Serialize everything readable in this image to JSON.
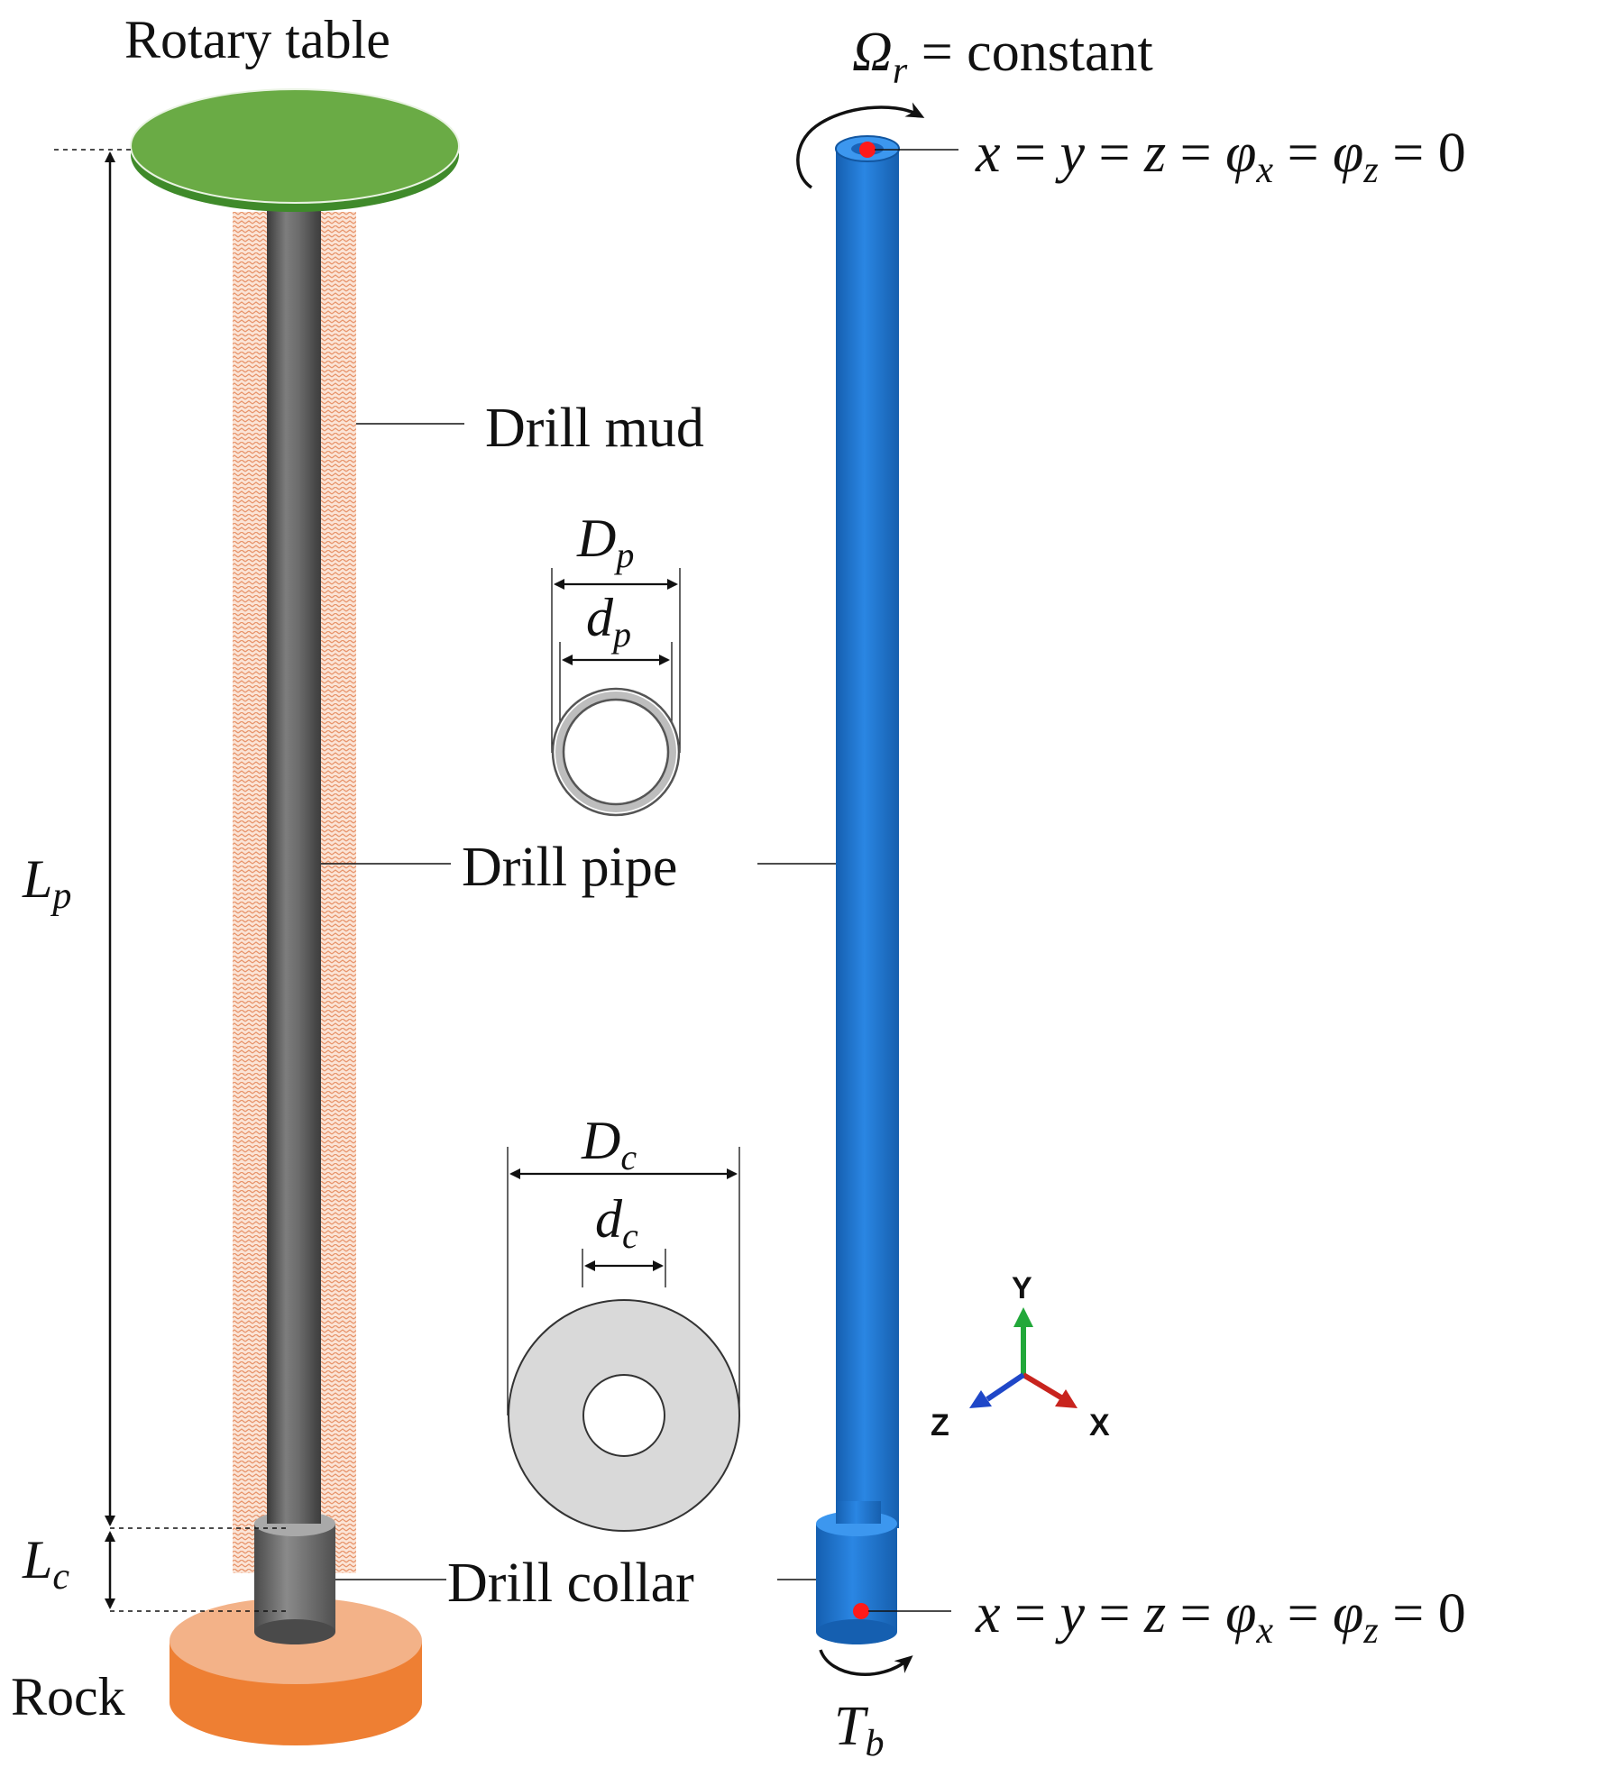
{
  "labels": {
    "rotary_table": "Rotary table",
    "drill_mud": "Drill mud",
    "drill_pipe": "Drill pipe",
    "drill_collar": "Drill collar",
    "rock": "Rock"
  },
  "dims": {
    "Lp": {
      "main": "L",
      "sub": "p"
    },
    "Lc": {
      "main": "L",
      "sub": "c"
    },
    "Dp": {
      "main": "D",
      "sub": "p"
    },
    "dp": {
      "main": "d",
      "sub": "p"
    },
    "Dc": {
      "main": "D",
      "sub": "c"
    },
    "dc": {
      "main": "d",
      "sub": "c"
    }
  },
  "boundary": {
    "omega": {
      "main": "Ω",
      "sub": "r",
      "rest": " = constant"
    },
    "top_bc": {
      "x": "x",
      "y": "y",
      "z": "z",
      "phi": "φ",
      "sx": "x",
      "sz": "z",
      "eq": " = ",
      "zero": "0"
    },
    "bottom_bc": {
      "x": "x",
      "y": "y",
      "z": "z",
      "phi": "φ",
      "sx": "x",
      "sz": "z",
      "eq": " = ",
      "zero": "0"
    },
    "torque": {
      "main": "T",
      "sub": "b"
    }
  },
  "axes": {
    "y": "Y",
    "z": "Z",
    "x": "X"
  },
  "colors": {
    "table": "#6aab45",
    "mud": "#e8a27a",
    "pipe": "#5f5f5f",
    "rock": "#ee7f33",
    "blue_model": "#1b73d1",
    "bc_point": "#ff1a1a",
    "axis_x": "#c8241e",
    "axis_y": "#22a83a",
    "axis_z": "#1f47c8"
  }
}
